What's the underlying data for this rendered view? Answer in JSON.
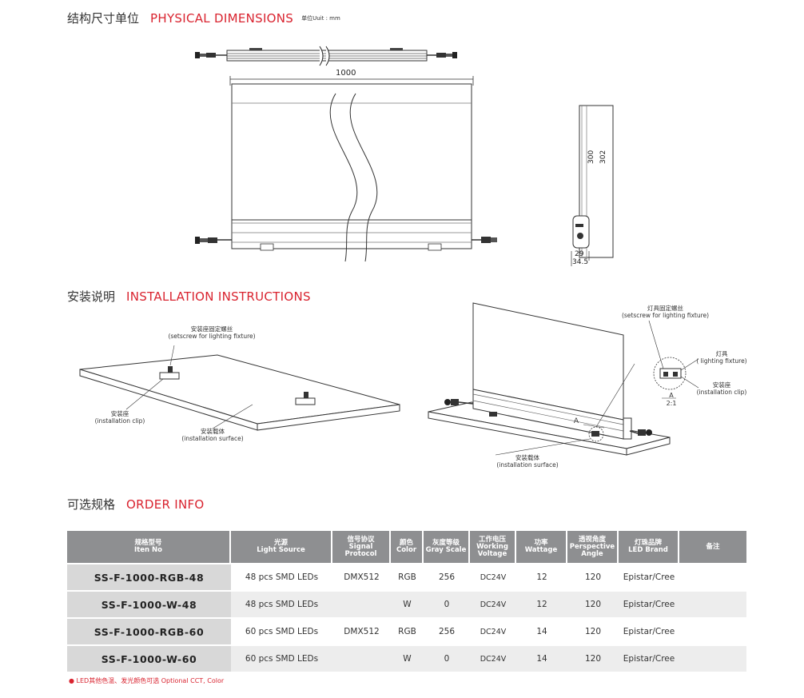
{
  "dimensions": {
    "title_cn": "结构尺寸单位",
    "title_en": "PHYSICAL DIMENSIONS",
    "unit_note": "单位Uuit : mm",
    "length": "1000",
    "height_inner": "300",
    "height_outer": "302",
    "width_inner": "29",
    "width_outer": "34.5"
  },
  "installation": {
    "title_cn": "安装说明",
    "title_en": "INSTALLATION INSTRUCTIONS",
    "left": {
      "setscrew_cn": "安装座固定螺丝",
      "setscrew_en": "(setscrew for lighting fixture)",
      "clip_cn": "安装座",
      "clip_en": "(installation clip)",
      "surface_cn": "安装载体",
      "surface_en": "(installation surface)"
    },
    "right": {
      "setscrew_cn": "灯具固定螺丝",
      "setscrew_en": "(setscrew for lighting fixture)",
      "fixture_cn": "灯具",
      "fixture_en": "( lighting fixture)",
      "clip_cn": "安装座",
      "clip_en": "(installation clip)",
      "detail_label": "A",
      "detail_scale": "2:1",
      "marker": "A",
      "surface_cn": "安装载体",
      "surface_en": "(installation surface)"
    }
  },
  "order": {
    "title_cn": "可选规格",
    "title_en": "ORDER INFO",
    "headers": [
      {
        "cn": "规格型号",
        "en": "Iten No"
      },
      {
        "cn": "光源",
        "en": "Light Source"
      },
      {
        "cn": "信号协议",
        "en": "Signal Protocol"
      },
      {
        "cn": "颜色",
        "en": "Color"
      },
      {
        "cn": "灰度等级",
        "en": "Gray Scale"
      },
      {
        "cn": "工作电压",
        "en": "Working Voltage"
      },
      {
        "cn": "功率",
        "en": "Wattage"
      },
      {
        "cn": "透视角度",
        "en": "Perspective Angle"
      },
      {
        "cn": "灯珠品牌",
        "en": "LED Brand"
      },
      {
        "cn": "备注",
        "en": ""
      }
    ],
    "rows": [
      {
        "item": "SS-F-1000-RGB-48",
        "source": "48 pcs SMD LEDs",
        "protocol": "DMX512",
        "color": "RGB",
        "gray": "256",
        "voltage": "DC24V",
        "watt": "12",
        "angle": "120",
        "brand": "Epistar/Cree",
        "note": ""
      },
      {
        "item": "SS-F-1000-W-48",
        "source": "48 pcs SMD LEDs",
        "protocol": "",
        "color": "W",
        "gray": "0",
        "voltage": "DC24V",
        "watt": "12",
        "angle": "120",
        "brand": "Epistar/Cree",
        "note": ""
      },
      {
        "item": "SS-F-1000-RGB-60",
        "source": "60 pcs SMD LEDs",
        "protocol": "DMX512",
        "color": "RGB",
        "gray": "256",
        "voltage": "DC24V",
        "watt": "14",
        "angle": "120",
        "brand": "Epistar/Cree",
        "note": ""
      },
      {
        "item": "SS-F-1000-W-60",
        "source": "60 pcs SMD LEDs",
        "protocol": "",
        "color": "W",
        "gray": "0",
        "voltage": "DC24V",
        "watt": "14",
        "angle": "120",
        "brand": "Epistar/Cree",
        "note": ""
      }
    ],
    "footnote": "● LED其他色温、发光颜色可选  Optional CCT, Color"
  },
  "colors": {
    "accent": "#d9232f",
    "header_bg": "#8e8f91",
    "item_bg": "#d8d8d8",
    "row_alt": "#ededed"
  }
}
